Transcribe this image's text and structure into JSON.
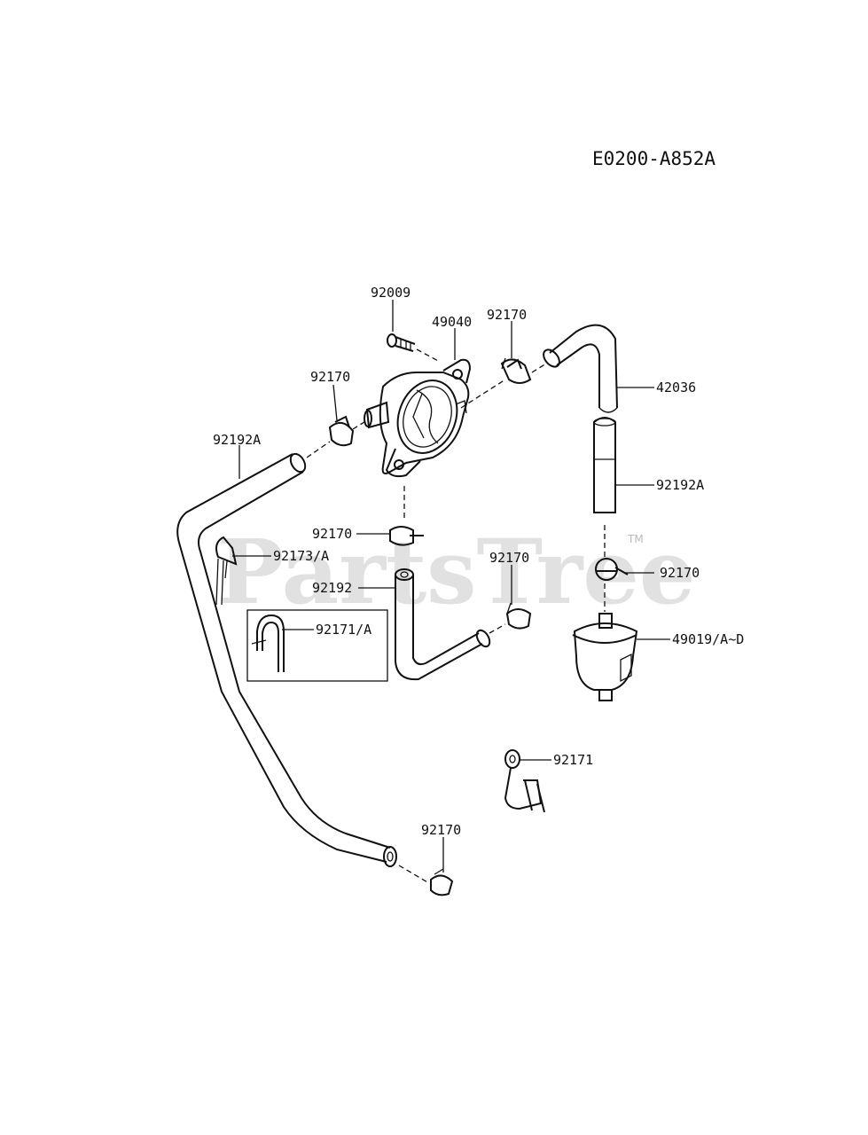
{
  "diagram_code": "E0200-A852A",
  "watermark": {
    "text": "PartsTree",
    "tm": "TM"
  },
  "labels": {
    "l92009": "92009",
    "l49040": "49040",
    "l92170_top": "92170",
    "l42036": "42036",
    "l92170_left": "92170",
    "l92192A_left": "92192A",
    "l92192A_right": "92192A",
    "l92170_mid": "92170",
    "l92173A": "92173/A",
    "l92170_right": "92170",
    "l92170_center": "92170",
    "l92192": "92192",
    "l92171A": "92171/A",
    "l49019": "49019/A~D",
    "l92171": "92171",
    "l92170_bottom": "92170"
  }
}
